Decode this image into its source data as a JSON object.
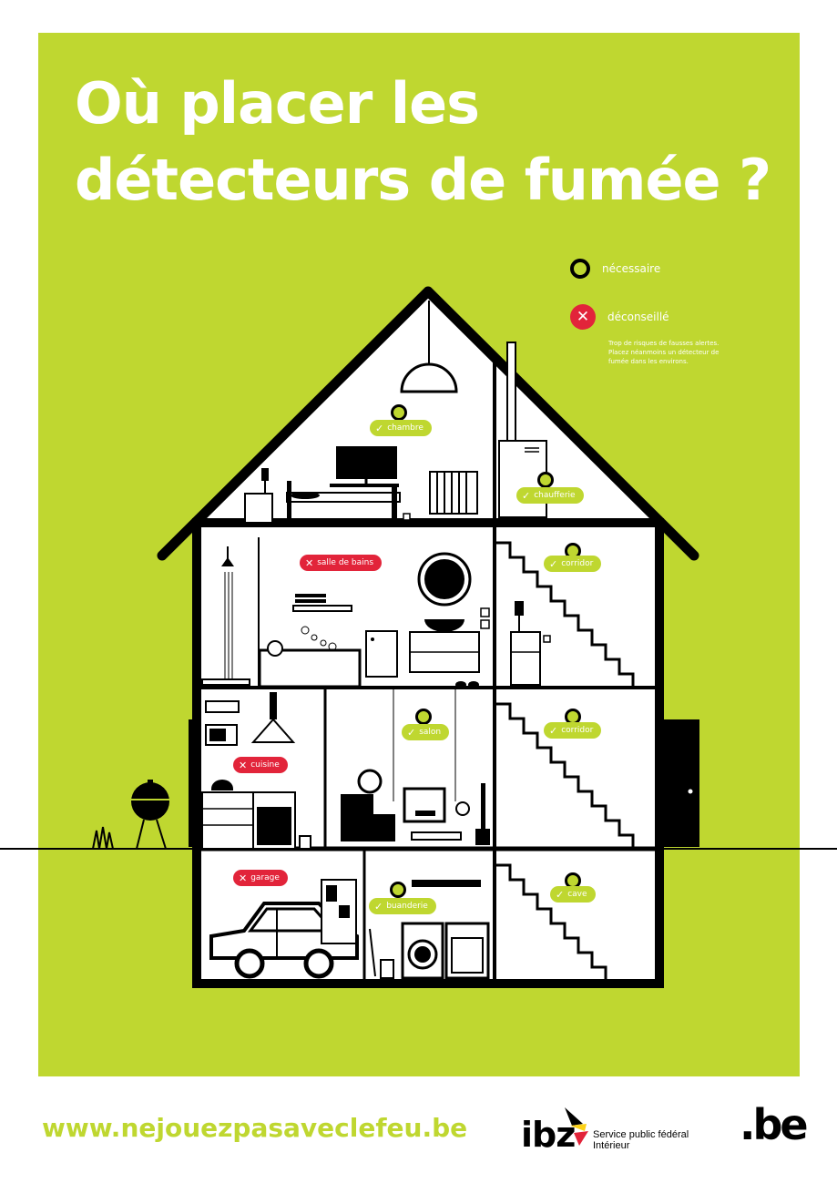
{
  "title": "Où placer les détecteurs de fumée ?",
  "legend": {
    "required_label": "nécessaire",
    "discouraged_label": "déconseillé",
    "discouraged_note": "Trop de risques de fausses alertes. Placez néanmoins un détecteur de fumée dans les environs."
  },
  "rooms": {
    "chambre": "chambre",
    "chaufferie": "chaufferie",
    "salle_de_bains": "salle de bains",
    "corridor_1": "corridor",
    "salon": "salon",
    "corridor_2": "corridor",
    "cuisine": "cuisine",
    "garage": "garage",
    "buanderie": "buanderie",
    "cave": "cave"
  },
  "footer": {
    "url": "www.nejouezpasaveclefeu.be",
    "ibz_word": "ibz",
    "ibz_line1": "Service public fédéral",
    "ibz_line2": "Intérieur",
    "be_logo": ".be"
  },
  "colors": {
    "green": "#bfd730",
    "red": "#e2243a",
    "black": "#000000"
  }
}
